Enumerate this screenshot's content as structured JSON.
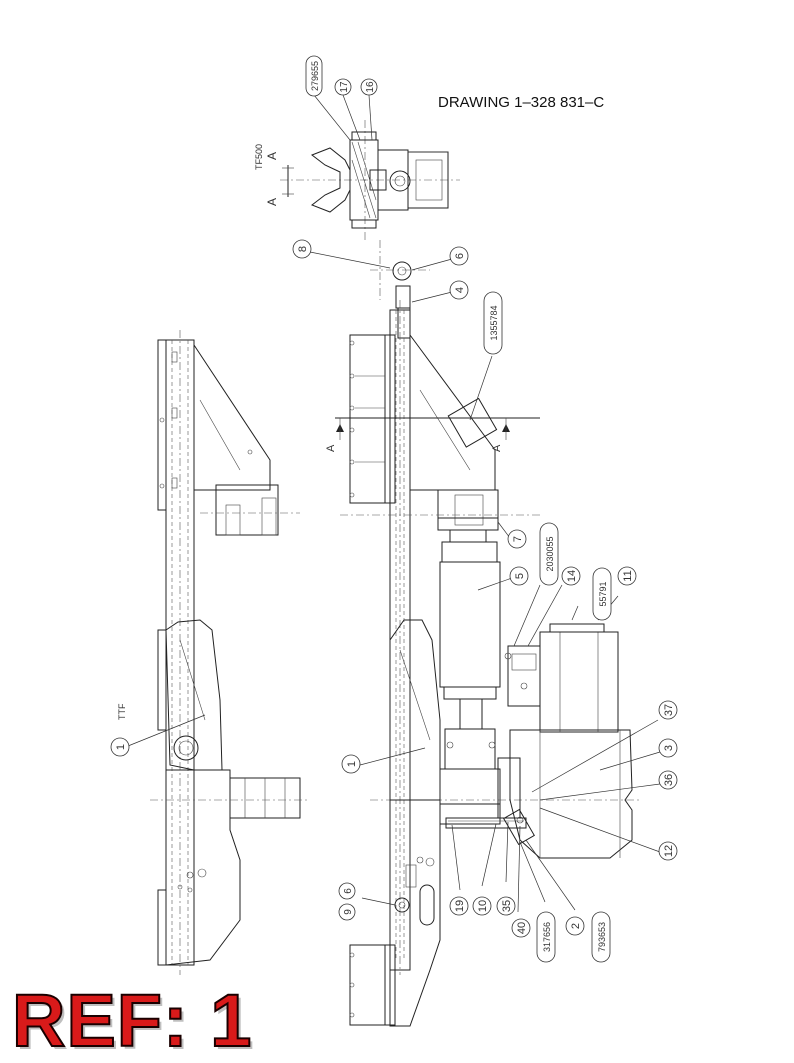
{
  "drawing_title": "DRAWING 1–328 831–C",
  "ref_label": "REF: 1",
  "view_labels": {
    "ttf": "TTF",
    "tf500": "TF500",
    "section_a1": "A",
    "section_a2": "A",
    "section_top1": "A",
    "section_top2": "A"
  },
  "callouts": [
    {
      "id": "c-279655",
      "text": "279655"
    },
    {
      "id": "c-17",
      "text": "17"
    },
    {
      "id": "c-16",
      "text": "16"
    },
    {
      "id": "c-8",
      "text": "8"
    },
    {
      "id": "c-6a",
      "text": "6"
    },
    {
      "id": "c-4",
      "text": "4"
    },
    {
      "id": "c-1355784",
      "text": "1355784"
    },
    {
      "id": "c-7",
      "text": "7"
    },
    {
      "id": "c-2030055",
      "text": "2030055"
    },
    {
      "id": "c-14",
      "text": "14"
    },
    {
      "id": "c-55791",
      "text": "55791"
    },
    {
      "id": "c-11",
      "text": "11"
    },
    {
      "id": "c-5",
      "text": "5"
    },
    {
      "id": "c-37",
      "text": "37"
    },
    {
      "id": "c-3",
      "text": "3"
    },
    {
      "id": "c-36",
      "text": "36"
    },
    {
      "id": "c-12",
      "text": "12"
    },
    {
      "id": "c-1a",
      "text": "1"
    },
    {
      "id": "c-1b",
      "text": "1"
    },
    {
      "id": "c-9",
      "text": "9"
    },
    {
      "id": "c-6b",
      "text": "6"
    },
    {
      "id": "c-19",
      "text": "19"
    },
    {
      "id": "c-10",
      "text": "10"
    },
    {
      "id": "c-35",
      "text": "35"
    },
    {
      "id": "c-40",
      "text": "40"
    },
    {
      "id": "c-317656",
      "text": "317656"
    },
    {
      "id": "c-2",
      "text": "2"
    },
    {
      "id": "c-793653",
      "text": "793653"
    }
  ]
}
